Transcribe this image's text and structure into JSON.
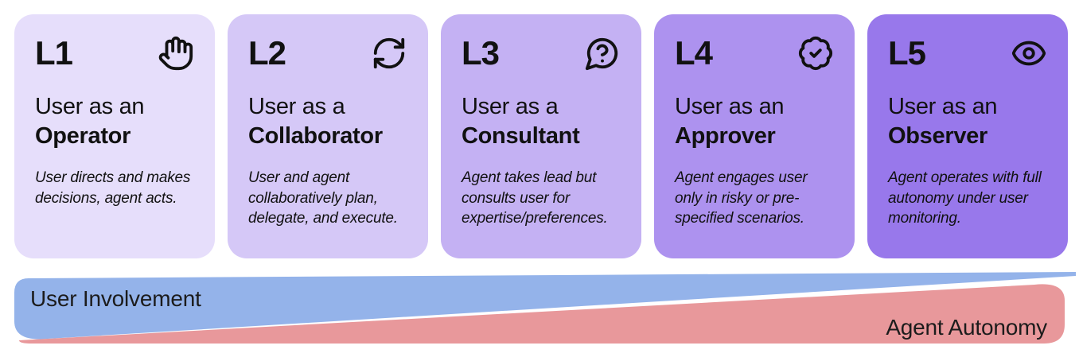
{
  "page": {
    "background": "#ffffff",
    "text_color": "#111111"
  },
  "cards": [
    {
      "level": "L1",
      "icon": "hand-icon",
      "title_line1": "User as an",
      "title_line2": "Operator",
      "description": "User directs and makes decisions, agent acts.",
      "bg": "#E6DEFB"
    },
    {
      "level": "L2",
      "icon": "cycle-icon",
      "title_line1": "User as a",
      "title_line2": "Collaborator",
      "description": "User and agent collaboratively plan, delegate, and execute.",
      "bg": "#D5C8F7"
    },
    {
      "level": "L3",
      "icon": "question-bubble-icon",
      "title_line1": "User as a",
      "title_line2": "Consultant",
      "description": "Agent takes lead but consults user for expertise/preferences.",
      "bg": "#C4B1F3"
    },
    {
      "level": "L4",
      "icon": "badge-check-icon",
      "title_line1": "User as an",
      "title_line2": "Approver",
      "description": "Agent engages user only in risky or pre-specified scenarios.",
      "bg": "#AD92EF"
    },
    {
      "level": "L5",
      "icon": "eye-icon",
      "title_line1": "User as an",
      "title_line2": "Observer",
      "description": "Agent operates with full autonomy under user monitoring.",
      "bg": "#9878EB"
    }
  ],
  "spectrum": {
    "left_label": "User Involvement",
    "right_label": "Agent Autonomy",
    "left_color": "#94B3EA",
    "right_color": "#E8989B"
  }
}
